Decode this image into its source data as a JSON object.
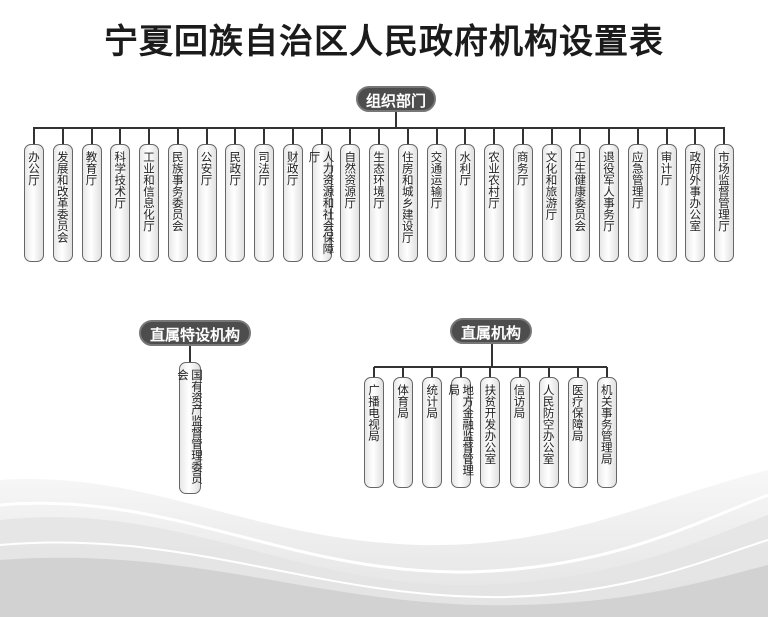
{
  "title": "宁夏回族自治区人民政府机构设置表",
  "sections": {
    "departments": {
      "label": "组织部门",
      "items": [
        "办公厅",
        "发展和改革委员会",
        "教育厅",
        "科学技术厅",
        "工业和信息化厅",
        "民族事务委员会",
        "公安厅",
        "民政厅",
        "司法厅",
        "财政厅",
        "人力资源和社会保障厅",
        "自然资源厅",
        "生态环境厅",
        "住房和城乡建设厅",
        "交通运输厅",
        "水利厅",
        "农业农村厅",
        "商务厅",
        "文化和旅游厅",
        "卫生健康委员会",
        "退役军人事务厅",
        "应急管理厅",
        "审计厅",
        "政府外事办公室",
        "市场监督管理厅"
      ]
    },
    "special": {
      "label": "直属特设机构",
      "items": [
        "国有资产监督管理委员会"
      ]
    },
    "direct": {
      "label": "直属机构",
      "items": [
        "广播电视局",
        "体育局",
        "统计局",
        "地方金融监督管理局",
        "扶贫开发办公室",
        "信访局",
        "人民防空办公室",
        "医疗保障局",
        "机关事务管理局"
      ]
    }
  }
}
